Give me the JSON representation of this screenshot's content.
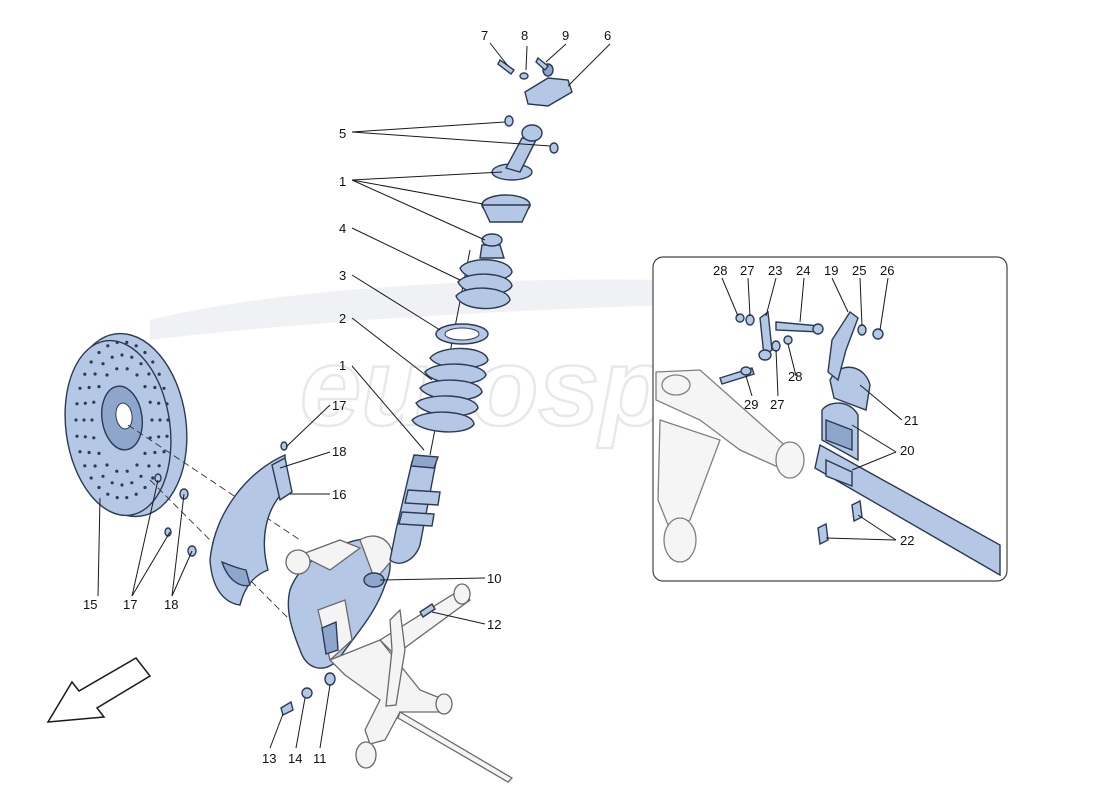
{
  "watermark": "eurospares",
  "callouts_main": [
    {
      "id": "c7",
      "text": "7"
    },
    {
      "id": "c8",
      "text": "8"
    },
    {
      "id": "c9",
      "text": "9"
    },
    {
      "id": "c6",
      "text": "6"
    },
    {
      "id": "c5",
      "text": "5"
    },
    {
      "id": "c1a",
      "text": "1"
    },
    {
      "id": "c4",
      "text": "4"
    },
    {
      "id": "c3",
      "text": "3"
    },
    {
      "id": "c2",
      "text": "2"
    },
    {
      "id": "c1b",
      "text": "1"
    },
    {
      "id": "c17a",
      "text": "17"
    },
    {
      "id": "c18a",
      "text": "18"
    },
    {
      "id": "c16",
      "text": "16"
    },
    {
      "id": "c10",
      "text": "10"
    },
    {
      "id": "c12",
      "text": "12"
    },
    {
      "id": "c15",
      "text": "15"
    },
    {
      "id": "c17b",
      "text": "17"
    },
    {
      "id": "c18b",
      "text": "18"
    },
    {
      "id": "c13",
      "text": "13"
    },
    {
      "id": "c14",
      "text": "14"
    },
    {
      "id": "c11",
      "text": "11"
    }
  ],
  "callouts_inset": [
    {
      "id": "i28a",
      "text": "28"
    },
    {
      "id": "i27a",
      "text": "27"
    },
    {
      "id": "i23",
      "text": "23"
    },
    {
      "id": "i24",
      "text": "24"
    },
    {
      "id": "i19",
      "text": "19"
    },
    {
      "id": "i25",
      "text": "25"
    },
    {
      "id": "i26",
      "text": "26"
    },
    {
      "id": "i28b",
      "text": "28"
    },
    {
      "id": "i29",
      "text": "29"
    },
    {
      "id": "i27b",
      "text": "27"
    },
    {
      "id": "i21",
      "text": "21"
    },
    {
      "id": "i20",
      "text": "20"
    },
    {
      "id": "i22",
      "text": "22"
    }
  ],
  "colors": {
    "part": "#b4c7e4",
    "outline": "#2b3a55"
  }
}
